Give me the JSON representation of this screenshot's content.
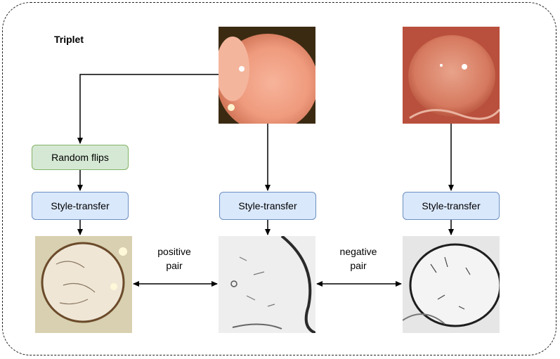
{
  "title": "Triplet",
  "boxes": {
    "random_flips": "Random flips",
    "style_transfer_left": "Style-transfer",
    "style_transfer_middle": "Style-transfer",
    "style_transfer_right": "Style-transfer"
  },
  "pairs": {
    "positive": [
      "positive",
      "pair"
    ],
    "negative": [
      "negative",
      "pair"
    ]
  },
  "colors": {
    "box_blue_fill": "#dae8fc",
    "box_blue_stroke": "#6c8ebf",
    "box_green_fill": "#d5e8d4",
    "box_green_stroke": "#82b366"
  }
}
